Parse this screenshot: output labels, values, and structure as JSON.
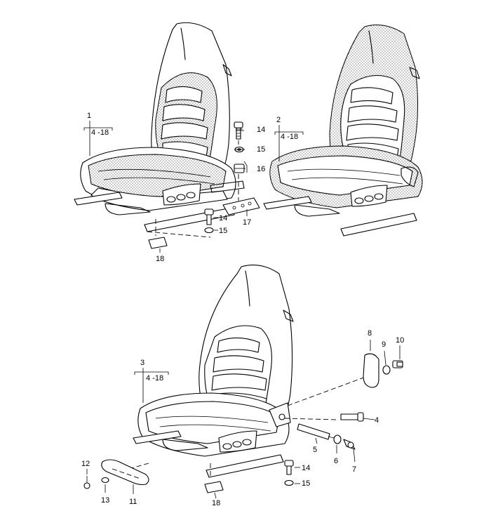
{
  "callouts": {
    "c1": "1",
    "c2": "2",
    "c3": "3",
    "c4": "4",
    "c5": "5",
    "c6": "6",
    "c7": "7",
    "c8": "8",
    "c9": "9",
    "c10": "10",
    "c11": "11",
    "c12": "12",
    "c13": "13",
    "c14a": "14",
    "c14b": "14",
    "c14c": "14",
    "c15a": "15",
    "c15b": "15",
    "c15c": "15",
    "c16": "16",
    "c17": "17",
    "c18a": "18",
    "c18b": "18",
    "ref1": "4 -18",
    "ref2": "4 -18",
    "ref3": "4 -18"
  }
}
